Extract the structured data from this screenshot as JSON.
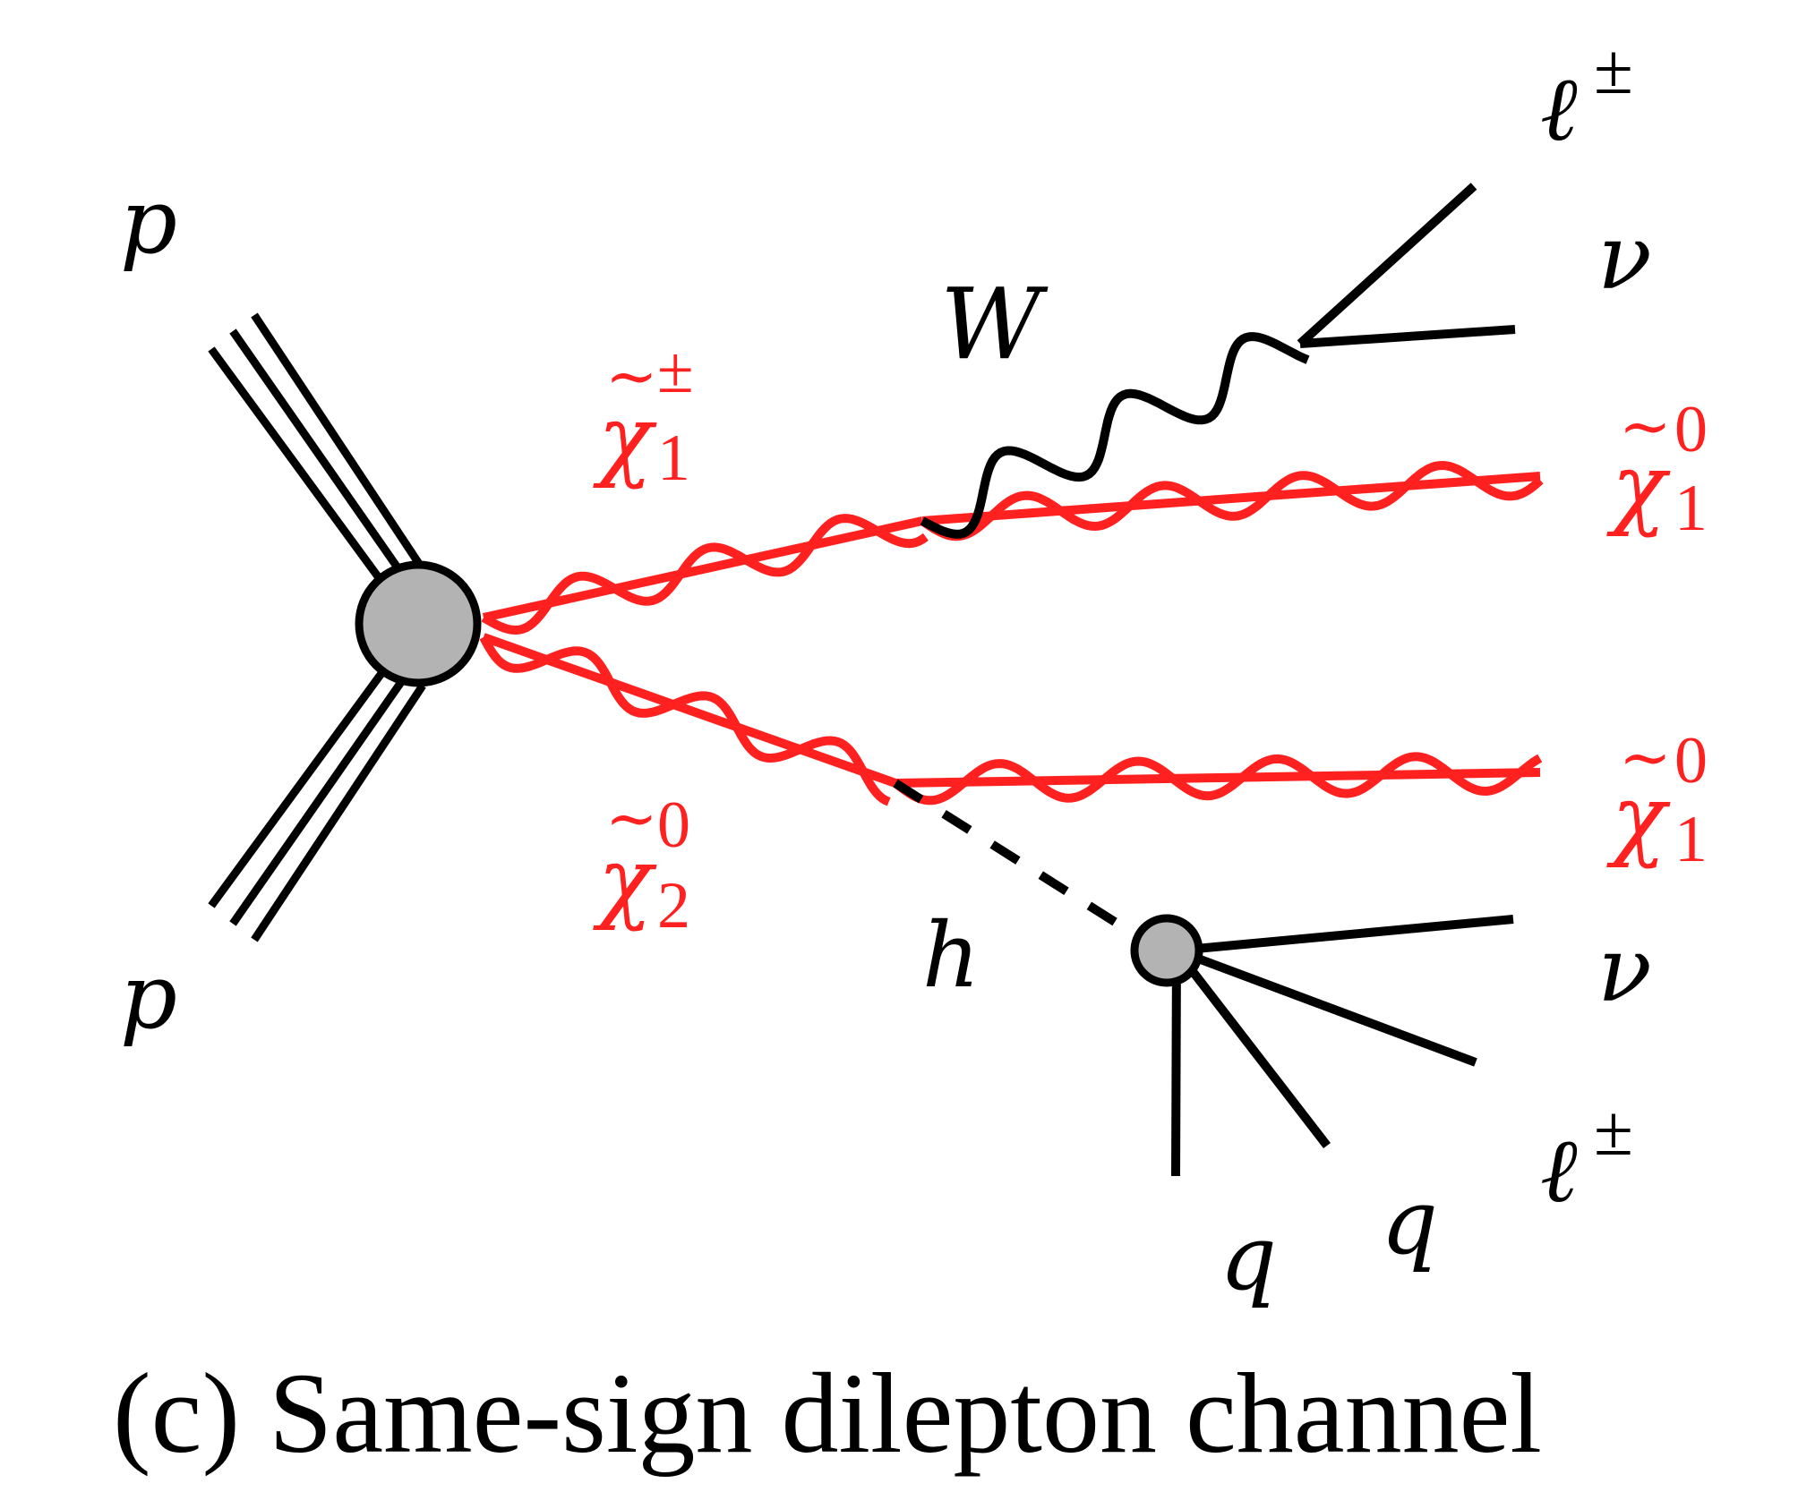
{
  "caption": "(c) Same-sign dilepton channel",
  "colors": {
    "sparticle": "#ff2020",
    "sm": "#000000",
    "blob": "#b3b3b3"
  },
  "labels": {
    "proton_top": "p",
    "proton_bottom": "p",
    "chargino": {
      "base": "χ",
      "sub": "1",
      "sup": "±"
    },
    "neutralino2": {
      "base": "χ",
      "sub": "2",
      "sup": "0"
    },
    "lsp_upper": {
      "base": "χ",
      "sub": "1",
      "sup": "0"
    },
    "lsp_lower": {
      "base": "χ",
      "sub": "1",
      "sup": "0"
    },
    "w_boson": "W",
    "higgs": "h",
    "lepton_top": {
      "base": "ℓ",
      "sup": "±"
    },
    "neutrino_top": "ν",
    "neutrino_bottom": "ν",
    "lepton_bottom": {
      "base": "ℓ",
      "sup": "±"
    },
    "quark_1": "q",
    "quark_2": "q"
  }
}
